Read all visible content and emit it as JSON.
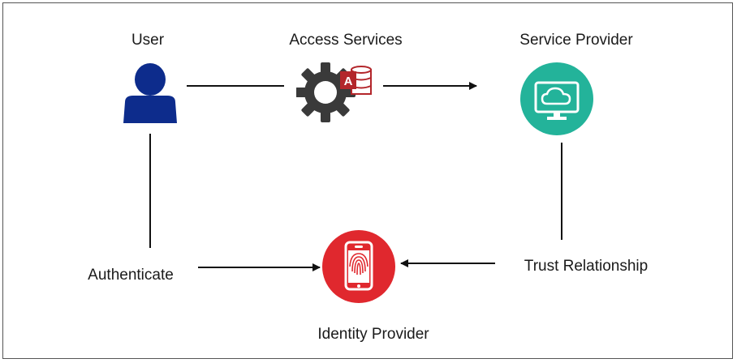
{
  "nodes": {
    "user": {
      "label": "User",
      "icon": "user-icon",
      "color": "#0d2c8c"
    },
    "access_services": {
      "label": "Access Services",
      "icon": "gear-database-icon",
      "gear_color": "#3a3a3a",
      "accent_color": "#b3262b"
    },
    "service_provider": {
      "label": "Service Provider",
      "icon": "cloud-monitor-icon",
      "color": "#23b39a"
    },
    "authenticate": {
      "label": "Authenticate"
    },
    "trust_relationship": {
      "label": "Trust Relationship"
    },
    "identity_provider": {
      "label": "Identity Provider",
      "icon": "fingerprint-phone-icon",
      "color": "#e0282e"
    }
  },
  "edges": [
    {
      "from": "user",
      "to": "access_services",
      "arrow": false
    },
    {
      "from": "access_services",
      "to": "service_provider",
      "arrow": true
    },
    {
      "from": "service_provider",
      "to": "trust_relationship",
      "arrow": false
    },
    {
      "from": "trust_relationship",
      "to": "identity_provider",
      "arrow": true
    },
    {
      "from": "user",
      "to": "authenticate",
      "arrow": false
    },
    {
      "from": "authenticate",
      "to": "identity_provider",
      "arrow": true
    }
  ]
}
